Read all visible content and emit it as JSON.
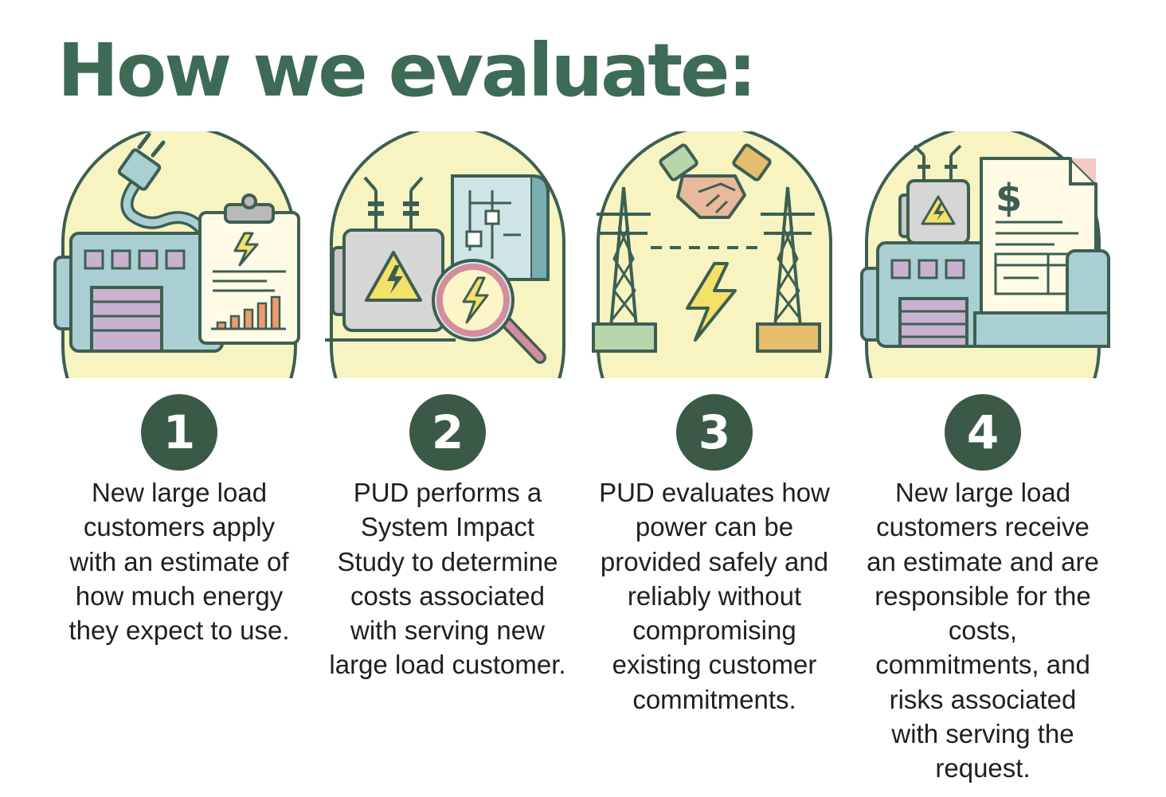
{
  "title": "How we evaluate:",
  "colors": {
    "title": "#3d6b55",
    "badge": "#3a5a47",
    "circle": "#f7f4c2",
    "outline": "#3d5f52"
  },
  "steps": [
    {
      "number": "1",
      "icon": "factory-clipboard-plug-icon",
      "text": "New large load customers apply with an estimate of how much energy they expect to use.",
      "chart_bars": [
        1,
        2,
        3,
        4,
        5
      ]
    },
    {
      "number": "2",
      "icon": "transformer-magnifier-blueprint-icon",
      "text": "PUD performs a System Impact Study to determine costs associated with serving new large load customer."
    },
    {
      "number": "3",
      "icon": "towers-handshake-lightning-icon",
      "text": "PUD evaluates how power can be provided safely and reliably without compromising existing customer commitments."
    },
    {
      "number": "4",
      "icon": "factory-invoice-transformer-icon",
      "symbol": "$",
      "text": "New large load customers receive an estimate and are responsible for the costs, commitments, and risks associated with serving the request."
    }
  ]
}
